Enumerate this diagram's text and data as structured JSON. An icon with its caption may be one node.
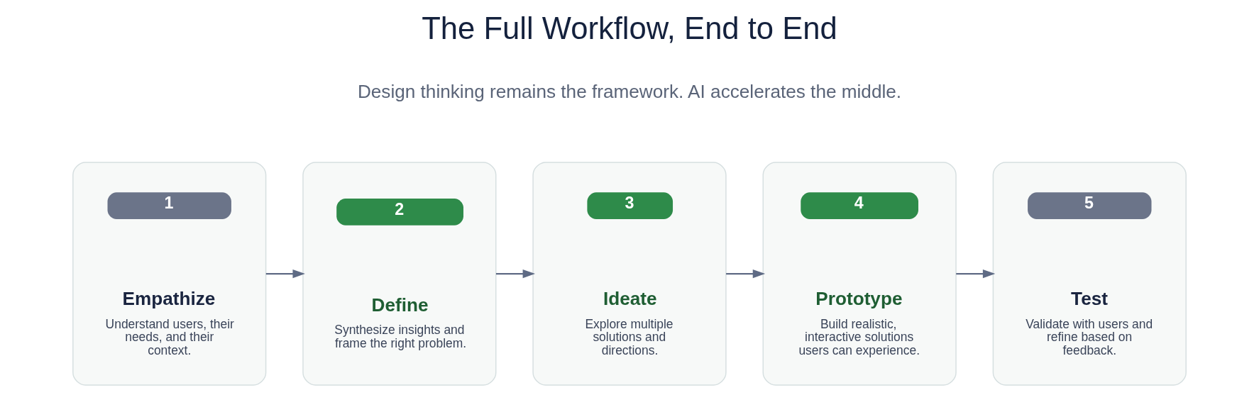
{
  "diagram": {
    "title": "The Full Workflow, End to End",
    "nodes": [
      {
        "text": [
          "1",
          "Empathize",
          "Understand users, their needs, and their context."
        ]
      },
      {
        "text": [
          "2",
          "Define",
          "Synthesize insights and frame the right problem."
        ]
      },
      {
        "text": [
          "3",
          "Ideate",
          "Explore multiple solutions and directions."
        ]
      },
      {
        "text": [
          "4",
          "Prototype",
          "Build realistic, interactive solutions users can experience."
        ]
      },
      {
        "text": [
          "5",
          "Test",
          "Validate with users and refine based on feedback."
        ]
      }
    ],
    "edges": [
      {
        "from": 0,
        "to": 1,
        "arrow": "to"
      },
      {
        "from": 1,
        "to": 2,
        "arrow": "to"
      },
      {
        "from": 2,
        "to": 3,
        "arrow": "to"
      },
      {
        "from": 3,
        "to": 4,
        "arrow": "to"
      }
    ],
    "labels": [
      "Design thinking remains the framework. AI accelerates the middle."
    ]
  }
}
